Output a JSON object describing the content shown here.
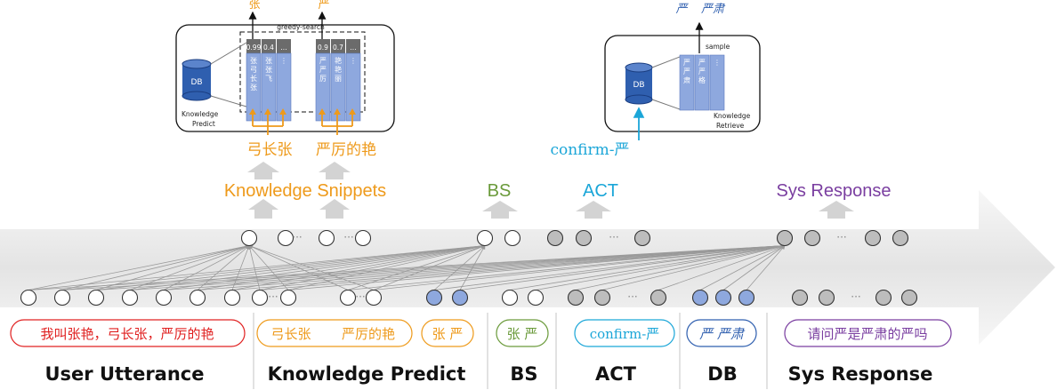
{
  "colors": {
    "orange": "#ee9a1b",
    "green": "#6a9a3a",
    "cyan": "#1ba6d8",
    "purple": "#7a3ea0",
    "red": "#e02020",
    "blue_node": "#8ea8de",
    "gray_node": "#bdbdbd",
    "arrow": "#d8d8d8",
    "dbblue": "#2f5faf",
    "header_dark": "#6b6b6b"
  },
  "knowledge_predict_box": {
    "top_chars": [
      "张",
      "严"
    ],
    "search_label": "greedy-search",
    "db_label": "DB",
    "caption_line1": "Knowledge",
    "caption_line2": "Predict",
    "col_group1": [
      {
        "score": "0.99",
        "chars": [
          "张",
          "弓",
          "长",
          "张"
        ]
      },
      {
        "score": "0.4",
        "chars": [
          "张",
          "张",
          "飞"
        ]
      },
      {
        "score": "...",
        "chars": [
          "⋮"
        ]
      }
    ],
    "col_group2": [
      {
        "score": "0.9",
        "chars": [
          "严",
          "严",
          "厉"
        ]
      },
      {
        "score": "0.7",
        "chars": [
          "艳",
          "艳",
          "丽"
        ]
      },
      {
        "score": "...",
        "chars": [
          "⋮"
        ]
      }
    ]
  },
  "knowledge_retrieve_box": {
    "top_chars": [
      "严",
      "严肃"
    ],
    "sample_label": "sample",
    "db_label": "DB",
    "caption_line1": "Knowledge",
    "caption_line2": "Retrieve",
    "cols": [
      {
        "chars": [
          "严",
          "严",
          "肃"
        ]
      },
      {
        "chars": [
          "严",
          "严",
          "格"
        ]
      },
      {
        "chars": [
          "⋮"
        ]
      }
    ]
  },
  "mid_labels": {
    "snippet_left": "弓长张",
    "snippet_right": "严厉的艳",
    "confirm": "confirm-严",
    "knowledge_snippets": "Knowledge Snippets",
    "bs": "BS",
    "act": "ACT",
    "sys_response": "Sys Response"
  },
  "ellipsis": "···",
  "pills": {
    "user": "我叫张艳，弓长张，严厉的艳",
    "kp_left": "弓长张",
    "kp_right": "严厉的艳",
    "bs_out": "张 严",
    "bs": "张 严",
    "act": "confirm-严",
    "db": "严 严肃",
    "sys": "请问严是严肃的严吗"
  },
  "segments": [
    "User Utterance",
    "Knowledge Predict",
    "BS",
    "ACT",
    "DB",
    "Sys Response"
  ]
}
